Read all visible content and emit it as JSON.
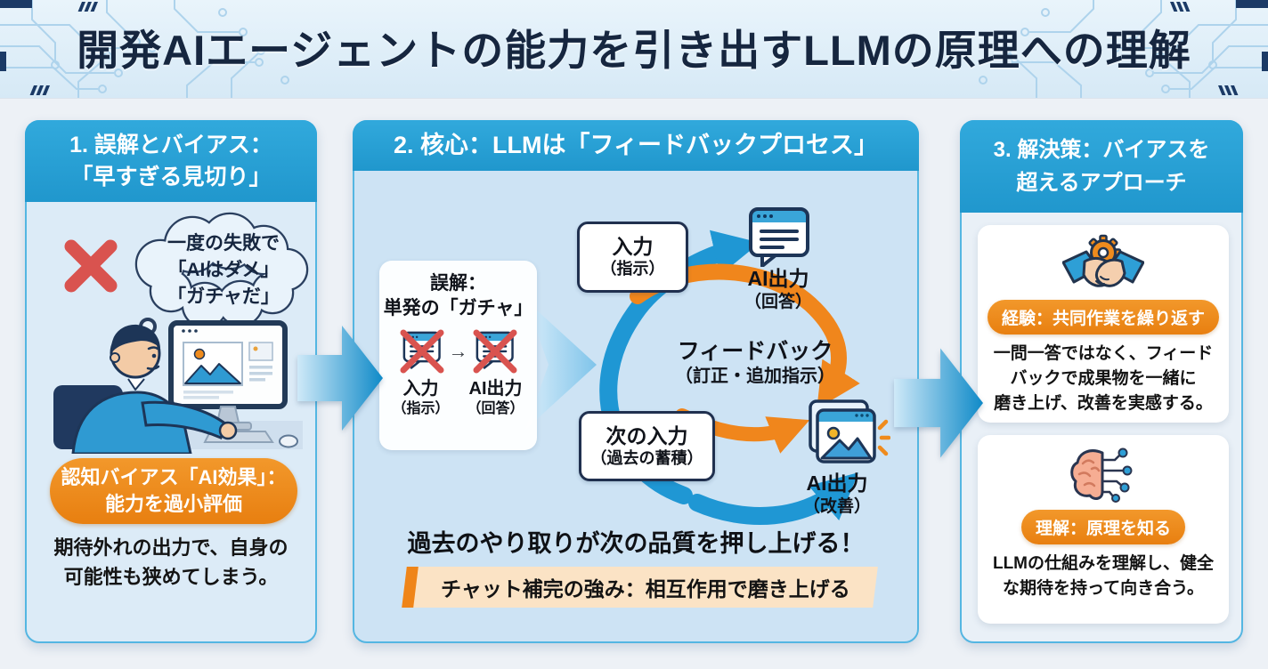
{
  "header": {
    "title": "開発AIエージェントの能力を引き出すLLMの原理への理解"
  },
  "p1": {
    "title1": "1. 誤解とバイアス：",
    "title2": "「早すぎる見切り」",
    "bubble1": "一度の失敗で",
    "bubble2": "「AIはダメ」",
    "bubble3": "「ガチャだ」",
    "badge1": "認知バイアス「AI効果」：",
    "badge2": "能力を過小評価",
    "caption1": "期待外れの出力で、自身の",
    "caption2": "可能性も狭めてしまう。"
  },
  "p2": {
    "title": "2. 核心：LLMは「フィードバックプロセス」",
    "mistake": {
      "line1": "誤解：",
      "line2": "単発の「ガチャ」",
      "arrow": "→",
      "in_label": "入力",
      "in_sub": "（指示）",
      "out_label": "AI出力",
      "out_sub": "（回答）"
    },
    "input_box": {
      "label": "入力",
      "sub": "（指示）"
    },
    "ai_answer": {
      "label": "AI出力",
      "sub": "（回答）"
    },
    "feedback": {
      "label": "フィードバック",
      "sub": "（訂正・追加指示）"
    },
    "next_input": {
      "label": "次の入力",
      "sub": "（過去の蓄積）"
    },
    "ai_improve": {
      "label": "AI出力",
      "sub": "（改善）"
    },
    "takeaway": "過去のやり取りが次の品質を押し上げる！",
    "banner": "チャット補完の強み：相互作用で磨き上げる"
  },
  "p3": {
    "title1": "3. 解決策：バイアスを",
    "title2": "超えるアプローチ",
    "cards": [
      {
        "badge": "経験：共同作業を繰り返す",
        "line1": "一問一答ではなく、フィード",
        "line2": "バックで成果物を一緒に",
        "line3": "磨き上げ、改善を実感する。"
      },
      {
        "badge": "理解：原理を知る",
        "line1": "LLMの仕組みを理解し、健全",
        "line2": "な期待を持って向き合う。"
      }
    ]
  },
  "colors": {
    "accent_blue": "#29a4da",
    "accent_orange": "#ee8519",
    "alert_red": "#d9534f",
    "navy": "#1d3557"
  }
}
